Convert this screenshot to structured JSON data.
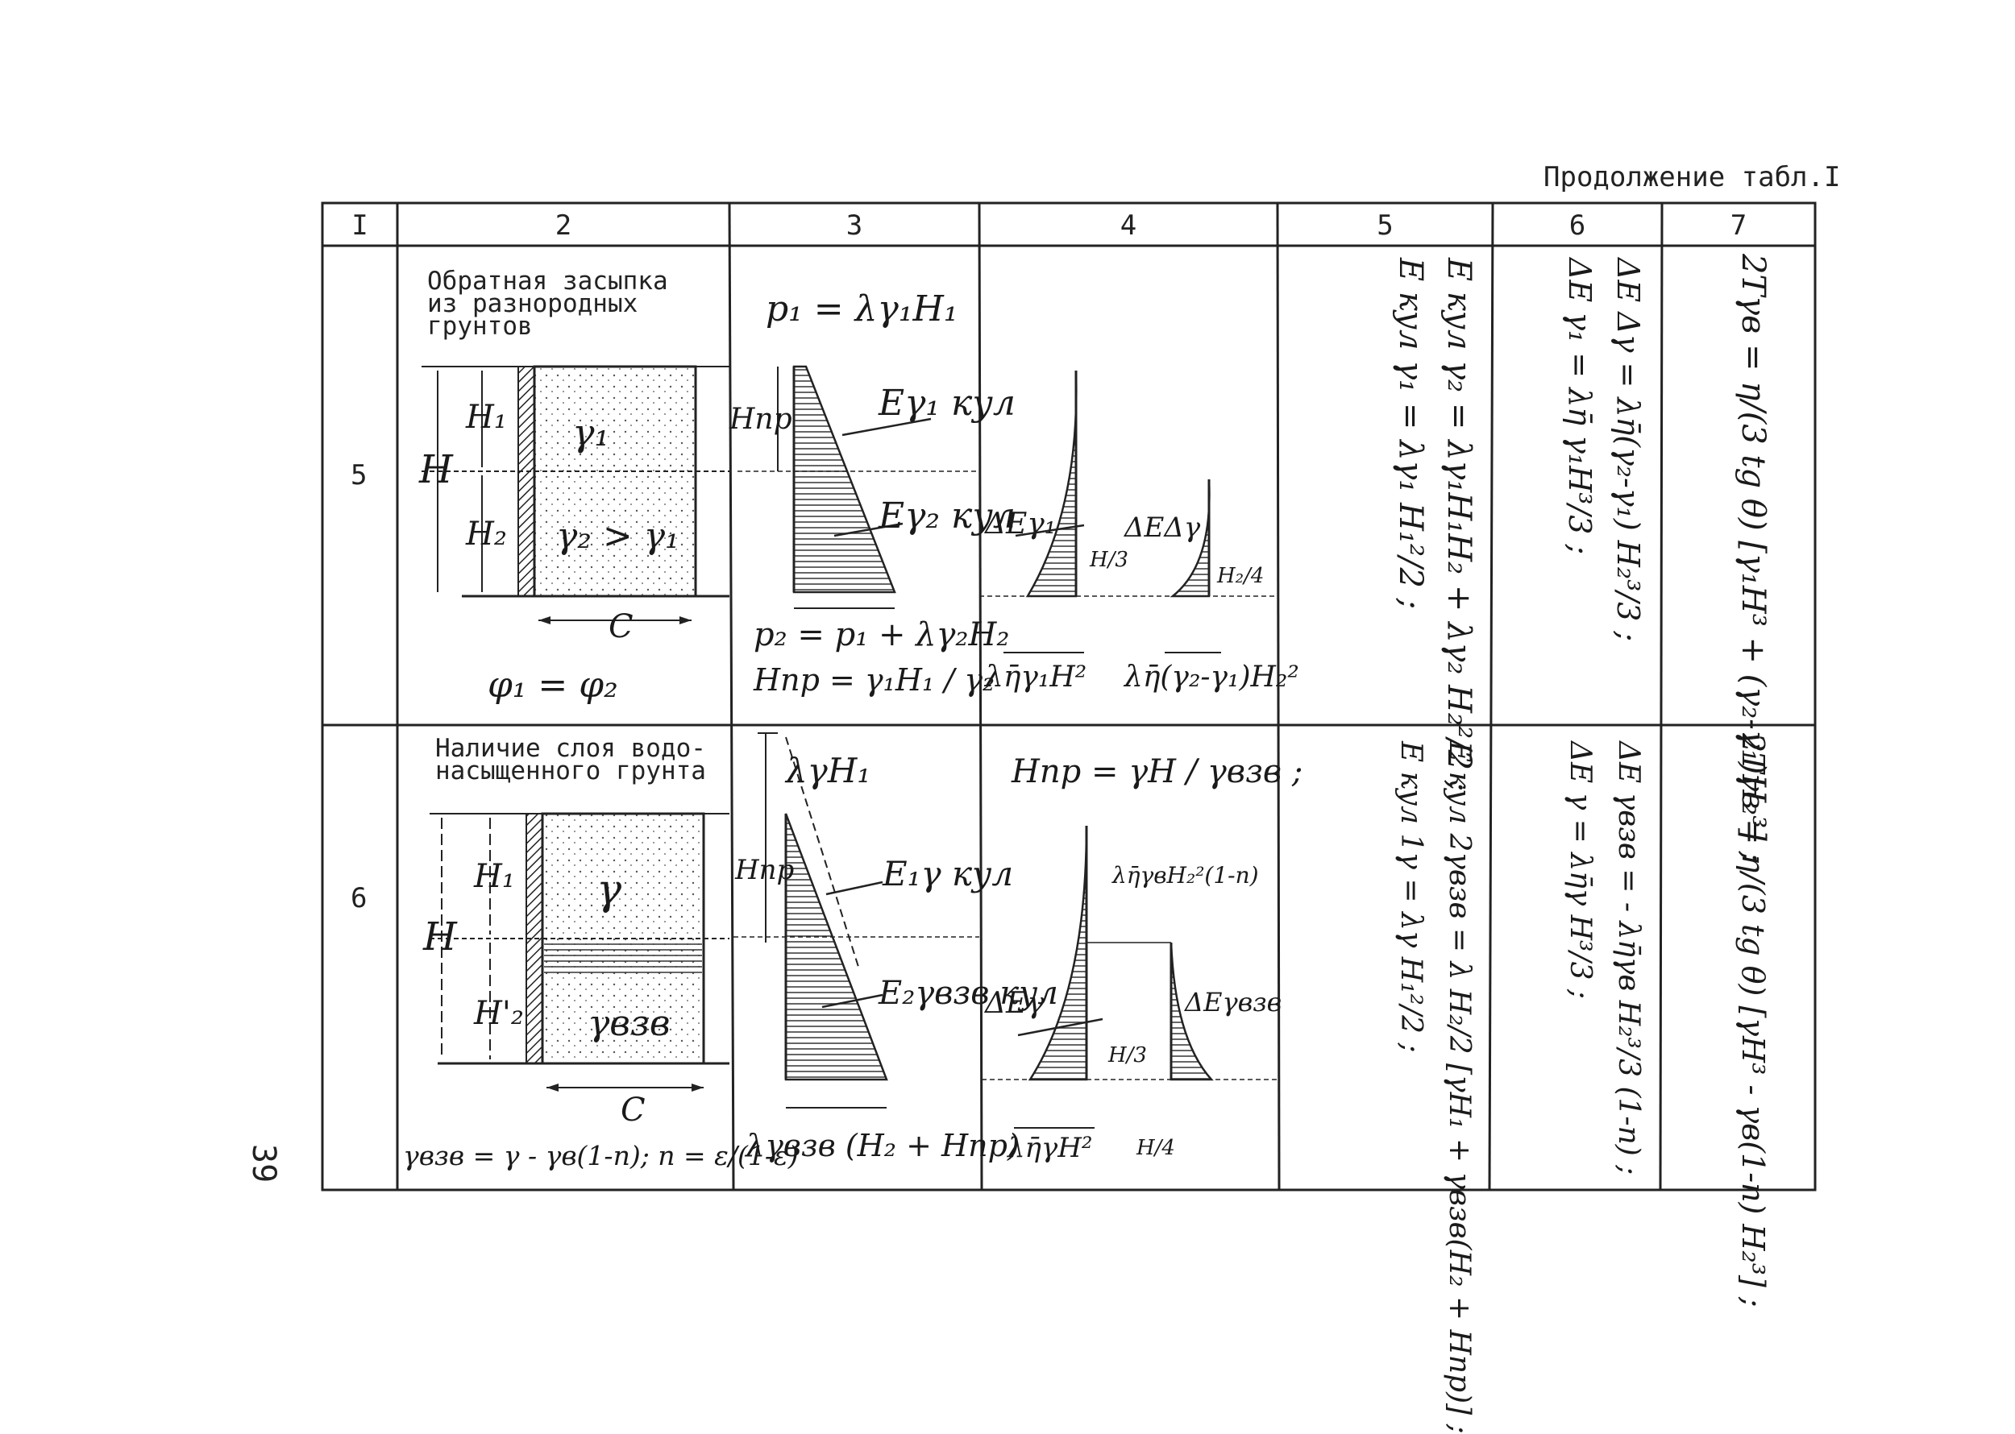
{
  "continuation": "Продолжение табл.I",
  "page_number": "39",
  "headers": [
    "I",
    "2",
    "3",
    "4",
    "5",
    "6",
    "7"
  ],
  "rows": [
    {
      "number": "5",
      "description": [
        "Обратная засыпка",
        "из разнородных",
        "грунтов"
      ],
      "sketch": {
        "H": "H",
        "H1": "H₁",
        "H2": "H₂",
        "gamma1": "γ₁",
        "gamma2": "γ₂ > γ₁",
        "C": "C",
        "phi": "φ₁ = φ₂"
      },
      "col3": {
        "p1": "p₁ = λγ₁H₁",
        "Hpr": "Hпр",
        "E1": "Eγ₁ кул",
        "E2": "Eγ₂ кул",
        "p2": "p₂ = p₁ + λγ₂H₂",
        "Hpr_formula": "Hпр = γ₁H₁ / γ₂"
      },
      "col4": {
        "dE1": "ΔEγ₁",
        "dE2": "ΔEΔγ",
        "H3": "H/3",
        "H2_4": "H₂/4",
        "bottom1": "λη̄γ₁H²",
        "bottom2": "λη̄(γ₂-γ₁)H₂²"
      },
      "col5": [
        "E кул γ₂ = λγ₁H₁H₂ + λγ₂ H₂²/2 ;",
        "E кул γ₁ = λγ₁ H₁²/2 ;"
      ],
      "col6": [
        "ΔE Δγ = λη̄(γ₂-γ₁) H₂³/3 ;",
        "ΔE γ₁ = λη̄ γ₁H³/3 ;"
      ],
      "col7": [
        "2Tγв = η/(3 tg θ) [γ₁H³ + (γ₂-γ₁)H₂³] ;"
      ]
    },
    {
      "number": "6",
      "description": [
        "Наличие слоя водо-",
        "насыщенного грунта"
      ],
      "sketch": {
        "H": "H",
        "H1": "H₁",
        "H2": "H'₂",
        "gamma": "γ",
        "gamma_vzv": "γвзв",
        "C": "C",
        "formula": "γвзв = γ - γв(1-n); n = ε/(1-ε)"
      },
      "col3": {
        "top": "λγH₁",
        "Hpr": "Hпр",
        "E1": "E₁γ кул",
        "E2": "E₂γвзв кул",
        "bottom": "λγвзв (H₂ + Hпр)"
      },
      "col4": {
        "Hpr_formula": "Hпр = γH / γвзв ;",
        "right_top": "λη̄γвH₂²(1-n)",
        "dE1": "ΔEγ",
        "dE2": "ΔEγвзв",
        "H3": "H/3",
        "bottom1": "λη̄γH²",
        "bottom2": "H/4"
      },
      "col5": [
        "E кул 2γвзв = λ H₂/2 [γH₁ + γвзв(H₂ + Hпр)] ;",
        "E кул 1γ = λγ H₁²/2 ;"
      ],
      "col6": [
        "ΔE γвзв = - λη̄γв H₂³/3 (1-n) ;",
        "ΔE γ = λη̄γ H³/3 ;"
      ],
      "col7": [
        "2Tγв = η/(3 tg θ) [γH³ - γв(1-n) H₂³] ;"
      ]
    }
  ]
}
